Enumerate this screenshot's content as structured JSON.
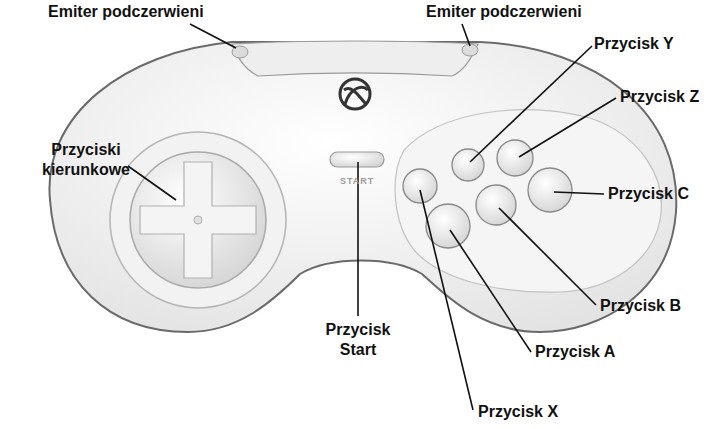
{
  "diagram": {
    "labels": [
      "Emiter podczerwieni",
      "Emiter podczerwieni",
      "Przycisk Y",
      "Przycisk Z",
      "Przyciski kierunkowe",
      "Przycisk C",
      "START",
      "Przycisk B",
      "Przycisk A",
      "Przycisk Start",
      "Przycisk X"
    ]
  }
}
